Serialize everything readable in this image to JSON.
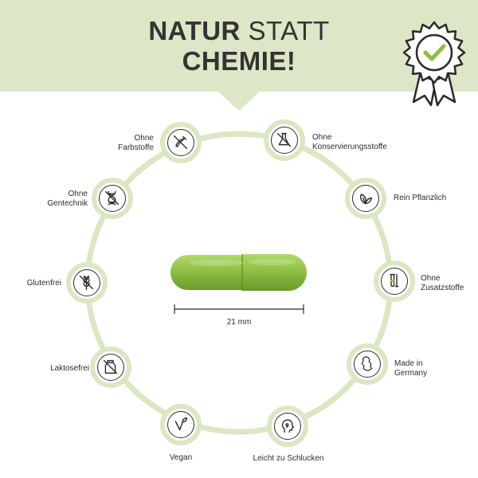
{
  "headline": {
    "word1": "NATUR",
    "word2": "STATT",
    "line2": "CHEMIE!"
  },
  "badge_icon": "certified-checkmark-rosette-icon",
  "colors": {
    "banner": "#dde6c6",
    "ring": "#dbe7c3",
    "capsule": "#8fbf3e",
    "text": "#2b2b2b"
  },
  "features": [
    {
      "line1": "Ohne",
      "line2": "Farbstoffe",
      "icon": "no-dropper-icon"
    },
    {
      "line1": "Ohne",
      "line2": "Konservierungsstoffe",
      "icon": "no-flask-icon"
    },
    {
      "line1": "Rein Pflanzlich",
      "line2": "",
      "icon": "leaves-icon"
    },
    {
      "line1": "Ohne",
      "line2": "Zusatzstoffe",
      "icon": "test-tube-icon"
    },
    {
      "line1": "Made in",
      "line2": "Germany",
      "icon": "germany-map-icon"
    },
    {
      "line1": "Leicht zu Schlucken",
      "line2": "",
      "icon": "swallow-head-icon"
    },
    {
      "line1": "Vegan",
      "line2": "",
      "icon": "vegan-leaf-icon"
    },
    {
      "line1": "Laktosefrei",
      "line2": "",
      "icon": "no-milk-carton-icon"
    },
    {
      "line1": "Glutenfrei",
      "line2": "",
      "icon": "no-wheat-icon"
    },
    {
      "line1": "Ohne",
      "line2": "Gentechnik",
      "icon": "no-dna-icon"
    }
  ],
  "capsule_icon": "green-capsule",
  "measurement": "21 mm"
}
